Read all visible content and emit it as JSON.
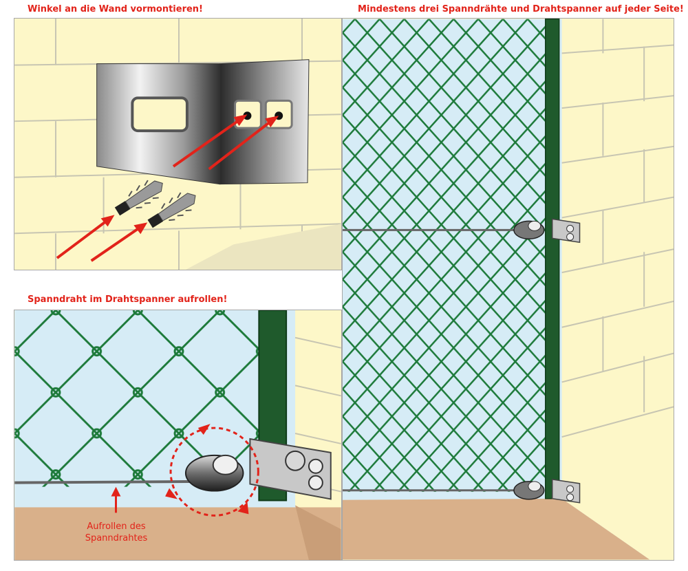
{
  "captions": {
    "top_left": "Winkel an die Wand vormontieren!",
    "right": "Mindestens drei Spanndrähte und Drahtspanner auf jeder Seite!",
    "bottom_left": "Spanndraht im Drahtspanner aufrollen!"
  },
  "callout": {
    "line1": "Aufrollen des",
    "line2": "Spanndrahtes"
  },
  "colors": {
    "accent_red": "#e2231a",
    "fence_green": "#1d7a3a",
    "post_green": "#1f5a2c",
    "wall_yellow": "#fdf7c8",
    "sky_blue": "#d6ecf6",
    "ground_brown": "#d9b08a"
  }
}
